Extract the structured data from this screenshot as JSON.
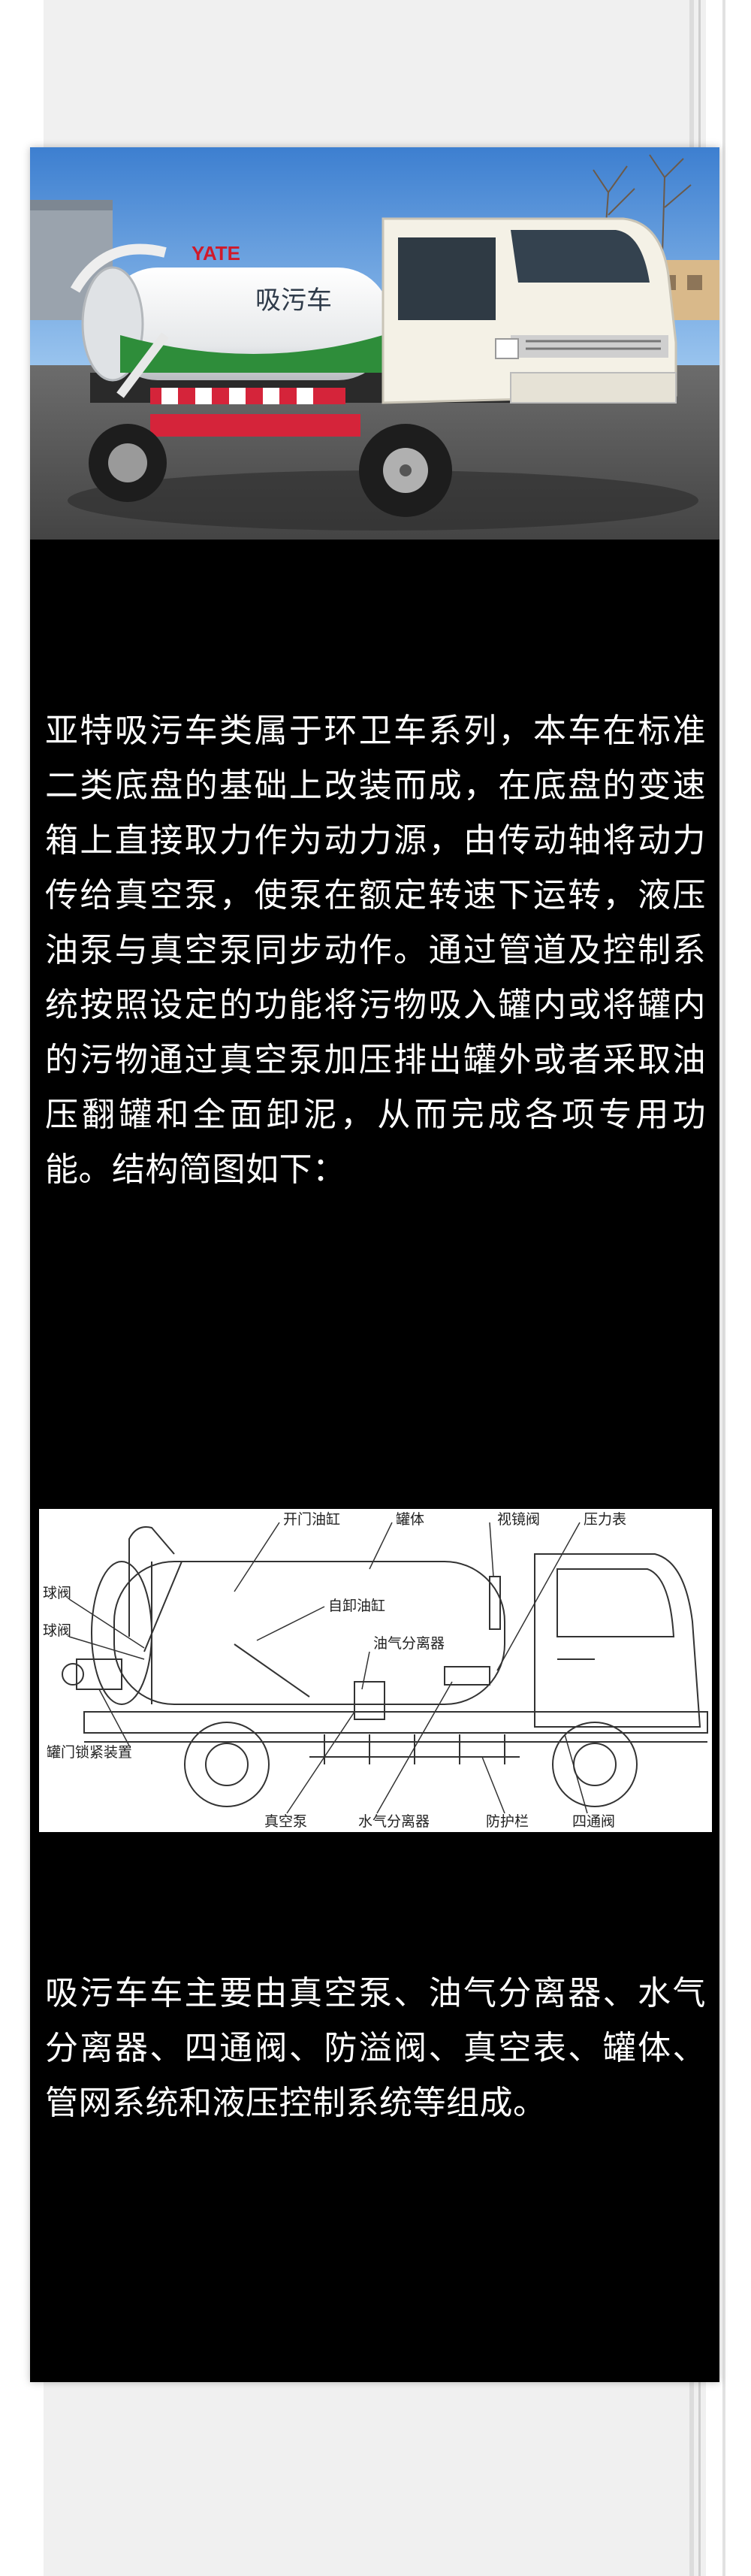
{
  "photo": {
    "brand_text": "YATE",
    "side_text": "吸污车",
    "alt_semantic": "vacuum-sewage-truck-photo"
  },
  "paragraph_1": "亚特吸污车类属于环卫车系列，本车在标准二类底盘的基础上改装而成，在底盘的变速箱上直接取力作为动力源，由传动轴将动力传给真空泵，使泵在额定转速下运转，液压油泵与真空泵同步动作。通过管道及控制系统按照设定的功能将污物吸入罐内或将罐内的污物通过真空泵加压排出罐外或者采取油压翻罐和全面卸泥，从而完成各项专用功能。结构简图如下：",
  "diagram": {
    "labels": {
      "open_cylinder": "开门油缸",
      "tank": "罐体",
      "sight_glass": "视镜阀",
      "pressure_gauge": "压力表",
      "ball_valve_1": "球阀",
      "ball_valve_2": "球阀",
      "self_unload_cylinder": "自卸油缸",
      "oil_gas_separator": "油气分离器",
      "door_lock": "罐门锁紧装置",
      "vacuum_pump": "真空泵",
      "water_gas_separator": "水气分离器",
      "guard_rail": "防护栏",
      "four_way_valve": "四通阀"
    }
  },
  "paragraph_2": "吸污车车主要由真空泵、油气分离器、水气分离器、四通阀、防溢阀、真空表、罐体、管网系统和液压控制系统等组成。",
  "colors": {
    "card_bg": "#000000",
    "text": "#ffffff",
    "page_bg": "#f0f0f0"
  }
}
